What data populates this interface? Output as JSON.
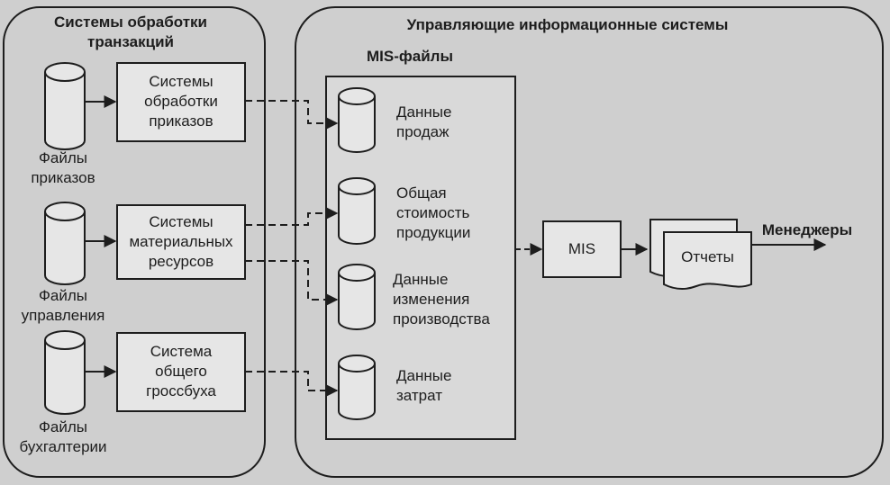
{
  "groups": {
    "tps_title": "Системы обработки\nтранзакций",
    "mis_title": "Управляющие информационные системы",
    "mis_files_title": "MIS-файлы"
  },
  "files": [
    {
      "label": "Файлы\nприказов"
    },
    {
      "label": "Файлы\nуправления"
    },
    {
      "label": "Файлы\nбухгалтерии"
    }
  ],
  "systems": [
    {
      "label": "Системы\nобработки\nприказов"
    },
    {
      "label": "Системы\nматериальных\nресурсов"
    },
    {
      "label": "Система\nобщего\nгроссбуха"
    }
  ],
  "mis_files": [
    {
      "label": "Данные\nпродаж"
    },
    {
      "label": "Общая\nстоимость\nпродукции"
    },
    {
      "label": "Данные\nизменения\nпроизводства"
    },
    {
      "label": "Данные\nзатрат"
    }
  ],
  "mis_box": {
    "label": "MIS"
  },
  "reports": {
    "label": "Отчеты"
  },
  "managers": {
    "label": "Менеджеры"
  },
  "colors": {
    "background": "#cfcfcf",
    "box_fill": "#e6e6e6",
    "stroke": "#1d1d1d"
  }
}
